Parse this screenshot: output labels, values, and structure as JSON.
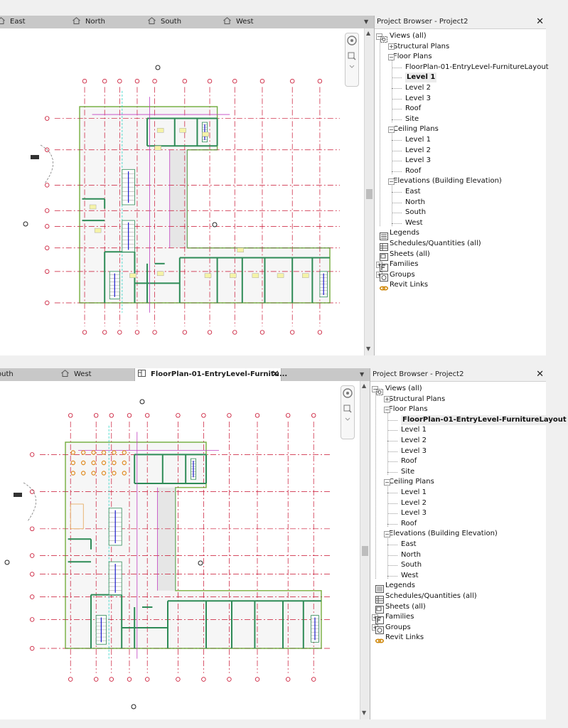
{
  "top": {
    "tabs": [
      {
        "label": "East",
        "icon": "house-icon"
      },
      {
        "label": "North",
        "icon": "house-icon"
      },
      {
        "label": "South",
        "icon": "house-icon"
      },
      {
        "label": "West",
        "icon": "house-icon"
      }
    ],
    "browser": {
      "title": "Project Browser - Project2",
      "views_label": "Views (all)",
      "structural_plans": "Structural Plans",
      "floor_plans": "Floor Plans",
      "floor_items": [
        "FloorPlan-01-EntryLevel-FurnitureLayout",
        "Level 1",
        "Level 2",
        "Level 3",
        "Roof",
        "Site"
      ],
      "selected_floor": 1,
      "ceiling_plans": "Ceiling Plans",
      "ceiling_items": [
        "Level 1",
        "Level 2",
        "Level 3",
        "Roof"
      ],
      "elevations": "Elevations (Building Elevation)",
      "elevation_items": [
        "East",
        "North",
        "South",
        "West"
      ],
      "legends": "Legends",
      "schedules": "Schedules/Quantities (all)",
      "sheets": "Sheets (all)",
      "families": "Families",
      "groups": "Groups",
      "revit_links": "Revit Links"
    }
  },
  "bottom": {
    "tabs": [
      {
        "label": "outh",
        "icon": ""
      },
      {
        "label": "West",
        "icon": "house-icon"
      },
      {
        "label": "FloorPlan-01-EntryLevel-Furnitu...",
        "icon": "floor-plan-icon",
        "active": true
      }
    ],
    "browser": {
      "title": "Project Browser - Project2",
      "views_label": "Views (all)",
      "structural_plans": "Structural Plans",
      "floor_plans": "Floor Plans",
      "floor_items": [
        "FloorPlan-01-EntryLevel-FurnitureLayout",
        "Level 1",
        "Level 2",
        "Level 3",
        "Roof",
        "Site"
      ],
      "selected_floor": 0,
      "ceiling_plans": "Ceiling Plans",
      "ceiling_items": [
        "Level 1",
        "Level 2",
        "Level 3",
        "Roof"
      ],
      "elevations": "Elevations (Building Elevation)",
      "elevation_items": [
        "East",
        "North",
        "South",
        "West"
      ],
      "legends": "Legends",
      "schedules": "Schedules/Quantities (all)",
      "sheets": "Sheets (all)",
      "families": "Families",
      "groups": "Groups",
      "revit_links": "Revit Links"
    }
  },
  "colors": {
    "grid": "#c8102e",
    "wall": "#2e8b57",
    "yellow": "#e8e84a",
    "magenta": "#c040c0",
    "cyan": "#2bd0c0",
    "tag": "#f5f3a8",
    "furniture": "#e08a20"
  }
}
